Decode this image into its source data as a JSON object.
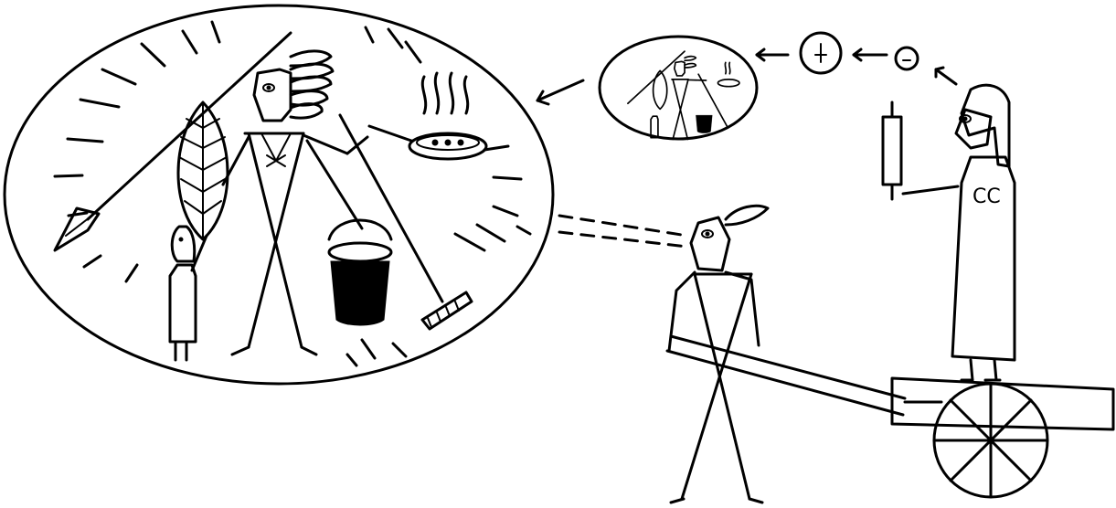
{
  "scene": {
    "background": "#ffffff",
    "ink": "#000000",
    "icons": [
      "big-thought-bubble",
      "small-thought-bubble",
      "tiny-thought-bubble",
      "speck-thought-bubble",
      "leaf-shield-icon",
      "spear-icon",
      "bucket-icon",
      "rake-icon",
      "steaming-pan-icon",
      "cart-wheel-icon",
      "scroll-icon"
    ]
  }
}
